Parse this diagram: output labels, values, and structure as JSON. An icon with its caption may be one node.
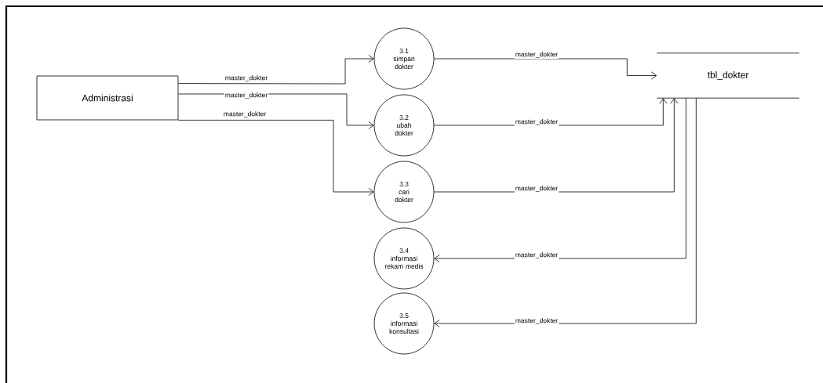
{
  "diagram": {
    "nodes": [
      {
        "text": [
          "Administrasi"
        ]
      },
      {
        "text": [
          "3.1",
          "simpan dokter"
        ]
      },
      {
        "text": [
          "3.2",
          "ubah dokter"
        ]
      },
      {
        "text": [
          "3.3",
          "cari dokter"
        ]
      },
      {
        "text": [
          "3.4",
          "informasi rekam medis"
        ]
      },
      {
        "text": [
          "3.5",
          "informasi konsultasi"
        ]
      },
      {
        "text": [
          "tbl_dokter"
        ]
      }
    ],
    "edges": [
      {
        "from": 0,
        "to": 1,
        "arrow": "to",
        "label": "master_dokter"
      },
      {
        "from": 0,
        "to": 2,
        "arrow": "to",
        "label": "master_dokter"
      },
      {
        "from": 0,
        "to": 3,
        "arrow": "to",
        "label": "master_dokter"
      },
      {
        "from": 1,
        "to": 6,
        "arrow": "to",
        "label": "master_dokter"
      },
      {
        "from": 2,
        "to": 6,
        "arrow": "to",
        "label": "master_dokter"
      },
      {
        "from": 3,
        "to": 6,
        "arrow": "to",
        "label": "master_dokter"
      },
      {
        "from": 6,
        "to": 4,
        "arrow": "to",
        "label": "master_dokter"
      },
      {
        "from": 6,
        "to": 5,
        "arrow": "to",
        "label": "master_dokter"
      }
    ]
  }
}
